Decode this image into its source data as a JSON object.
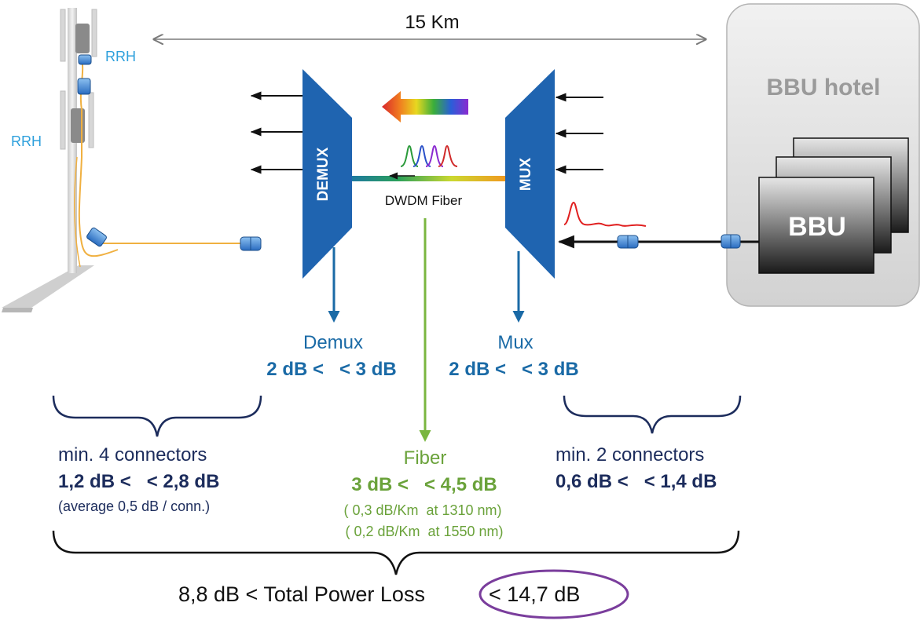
{
  "distance": {
    "label": "15 Km"
  },
  "site": {
    "rrh_top": "RRH",
    "rrh_bottom": "RRH"
  },
  "hotel": {
    "title": "BBU hotel",
    "bbu_label": "BBU"
  },
  "demux": {
    "block_label": "DEMUX",
    "caption": "Demux",
    "range": "2 dB <   < 3 dB"
  },
  "mux": {
    "block_label": "MUX",
    "caption": "Mux",
    "range": "2 dB <   < 3 dB"
  },
  "fiber": {
    "label": "DWDM Fiber",
    "caption": "Fiber",
    "range": "3 dB <   < 4,5 dB",
    "note_1310": "( 0,3 dB/Km  at 1310 nm)",
    "note_1550": "( 0,2 dB/Km  at 1550 nm)"
  },
  "left_connectors": {
    "title": "min. 4 connectors",
    "range": "1,2 dB <   < 2,8 dB",
    "note": "(average 0,5 dB / conn.)"
  },
  "right_connectors": {
    "title": "min. 2 connectors",
    "range": "0,6 dB <   < 1,4 dB"
  },
  "total": {
    "left": "8,8 dB < Total Power Loss",
    "right": "< 14,7 dB"
  },
  "colors": {
    "blue_block": "#1f64b0",
    "blue_text": "#1a6aa6",
    "navy_text": "#1c2c5c",
    "green_text": "#6aa23a",
    "rrh_text": "#2ea0dc",
    "gray_text": "#9a9a9a",
    "total_ellipse": "#7a3d9c"
  }
}
